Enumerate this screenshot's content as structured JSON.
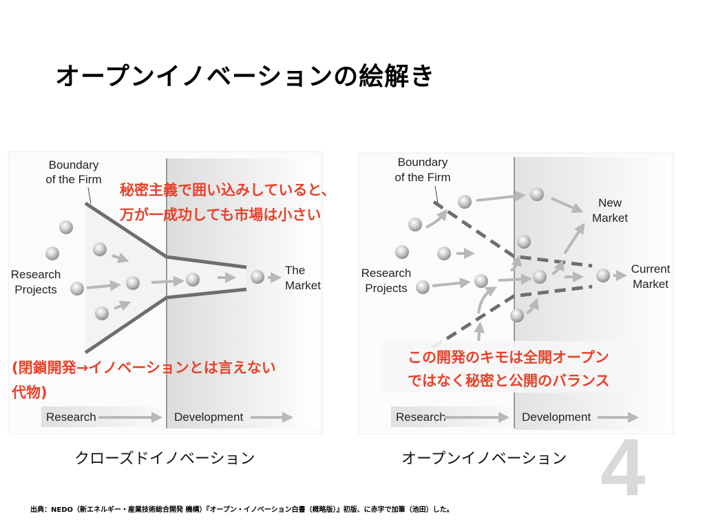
{
  "slide": {
    "title": "オープンイノベーションの絵解き",
    "page_number": "4",
    "source": "出典：NEDO（新エネルギー・産業技術総合開発 機構）『オープン・イノベーション白書（概略版）』初版、に赤字で加筆（池田）した。"
  },
  "closed": {
    "caption": "クローズドイノベーション",
    "boundary_1": "Boundary",
    "boundary_2": "of the Firm",
    "research_1": "Research",
    "research_2": "Projects",
    "market_1": "The",
    "market_2": "Market",
    "axis_research": "Research",
    "axis_development": "Development",
    "note_top_1": "秘密主義で囲い込みしていると、",
    "note_top_2": "万が一成功しても市場は小さい",
    "note_bottom_1": "(閉鎖開発→イノベーションとは言えない",
    "note_bottom_2": "代物)"
  },
  "open": {
    "caption": "オープンイノベーション",
    "boundary_1": "Boundary",
    "boundary_2": "of the Firm",
    "research_1": "Research",
    "research_2": "Projects",
    "new_market_1": "New",
    "new_market_2": "Market",
    "current_market_1": "Current",
    "current_market_2": "Market",
    "axis_research": "Research",
    "axis_development": "Development",
    "note_1": "この開発のキモは全開オープン",
    "note_2": "ではなく秘密と公開のバランス"
  },
  "colors": {
    "accent_red": "#e8412a",
    "ball": "#bdbdbd",
    "arrow": "#b8b8b8",
    "boundary": "#6e6e6e"
  }
}
